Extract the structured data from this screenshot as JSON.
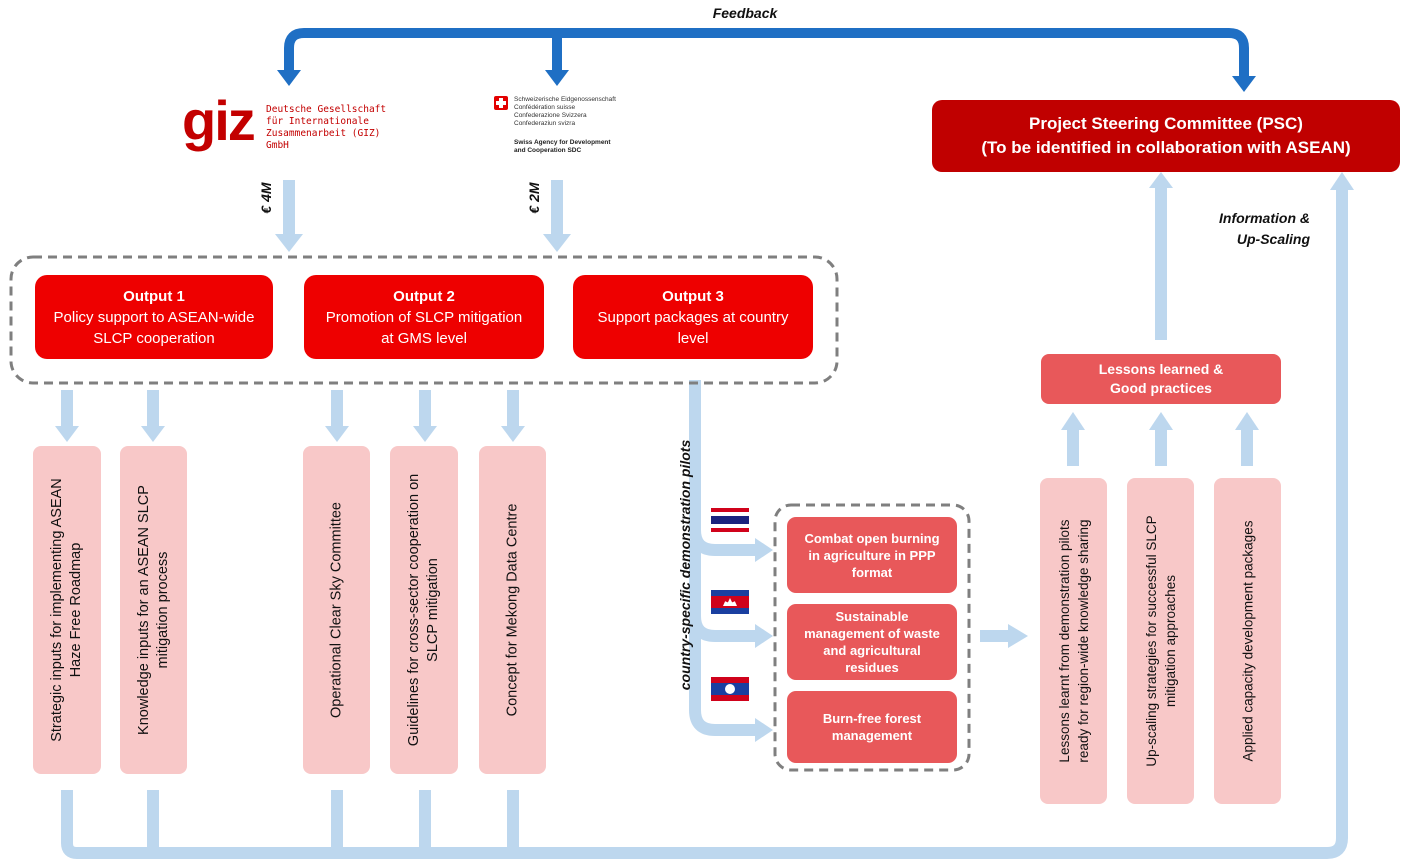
{
  "feedback_label": "Feedback",
  "giz": {
    "logo_text": "giz",
    "name_lines": [
      "Deutsche Gesellschaft",
      "für Internationale",
      "Zusammenarbeit (GIZ) GmbH"
    ],
    "funding": "€ 4M"
  },
  "sdc": {
    "name_lines": [
      "Schweizerische Eidgenossenschaft",
      "Confédération suisse",
      "Confederazione Svizzera",
      "Confederaziun svizra"
    ],
    "agency_lines": [
      "Swiss Agency for Development",
      "and Cooperation SDC"
    ],
    "funding": "€ 2M"
  },
  "psc": {
    "line1": "Project Steering Committee (PSC)",
    "line2": "(To be identified in collaboration with ASEAN)"
  },
  "info_upscaling": [
    "Information &",
    "Up-Scaling"
  ],
  "outputs": [
    {
      "title": "Output 1",
      "desc_lines": [
        "Policy support to ASEAN-wide",
        "SLCP cooperation"
      ]
    },
    {
      "title": "Output 2",
      "desc_lines": [
        "Promotion of SLCP mitigation",
        "at GMS level"
      ]
    },
    {
      "title": "Output 3",
      "desc_lines": [
        "Support packages at country",
        "level"
      ]
    }
  ],
  "deliverables": [
    {
      "lines": [
        "Strategic inputs for implementing ASEAN",
        "Haze Free Roadmap"
      ]
    },
    {
      "lines": [
        "Knowledge inputs for an ASEAN SLCP",
        "mitigation process"
      ]
    },
    {
      "lines": [
        "Operational Clear Sky Committee"
      ]
    },
    {
      "lines": [
        "Guidelines for cross-sector cooperation on",
        "SLCP mitigation"
      ]
    },
    {
      "lines": [
        "Concept for Mekong Data Centre"
      ]
    }
  ],
  "pilots_label": "country-specific demonstration pilots",
  "pilots": [
    {
      "lines": [
        "Combat open burning",
        "in agriculture in PPP",
        "format"
      ],
      "flag": "thailand-flag"
    },
    {
      "lines": [
        "Sustainable",
        "management of waste",
        "and agricultural",
        "residues"
      ],
      "flag": "cambodia-flag"
    },
    {
      "lines": [
        "Burn-free forest",
        "management"
      ],
      "flag": "laos-flag"
    }
  ],
  "lessons": [
    "Lessons learned &",
    "Good practices"
  ],
  "results": [
    {
      "lines": [
        "Lessons learnt from demonstration pilots",
        "ready for region-wide knowledge sharing"
      ]
    },
    {
      "lines": [
        "Up-scaling strategies for successful SLCP",
        "mitigation approaches"
      ]
    },
    {
      "lines": [
        "Applied capacity development packages"
      ]
    }
  ],
  "colors": {
    "feedback_arrow": "#1f6fc4",
    "light_arrow": "#bdd7ee",
    "output_red": "#ee0000",
    "psc_red": "#c00000",
    "activity_red": "#e8585a",
    "pink_box": "#f8c8c8"
  }
}
